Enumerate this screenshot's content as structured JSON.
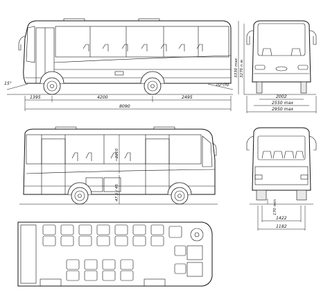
{
  "dimensions": {
    "front_overhang": "1395",
    "wheelbase": "4200",
    "rear_overhang": "2495",
    "overall_length": "8090",
    "approach_angle": "15°",
    "departure_angle": "10°(n)",
    "height_max": "3330 max",
    "height_nom": "3270 n.w.",
    "track": "2002",
    "width_mirrors": "2550 max",
    "width_overall": "2950 max",
    "door_height": "2210",
    "floor_height": "47.5 / 45",
    "rear_clearance": "170 min",
    "rear_track": "1422",
    "rear_width": "1182"
  }
}
